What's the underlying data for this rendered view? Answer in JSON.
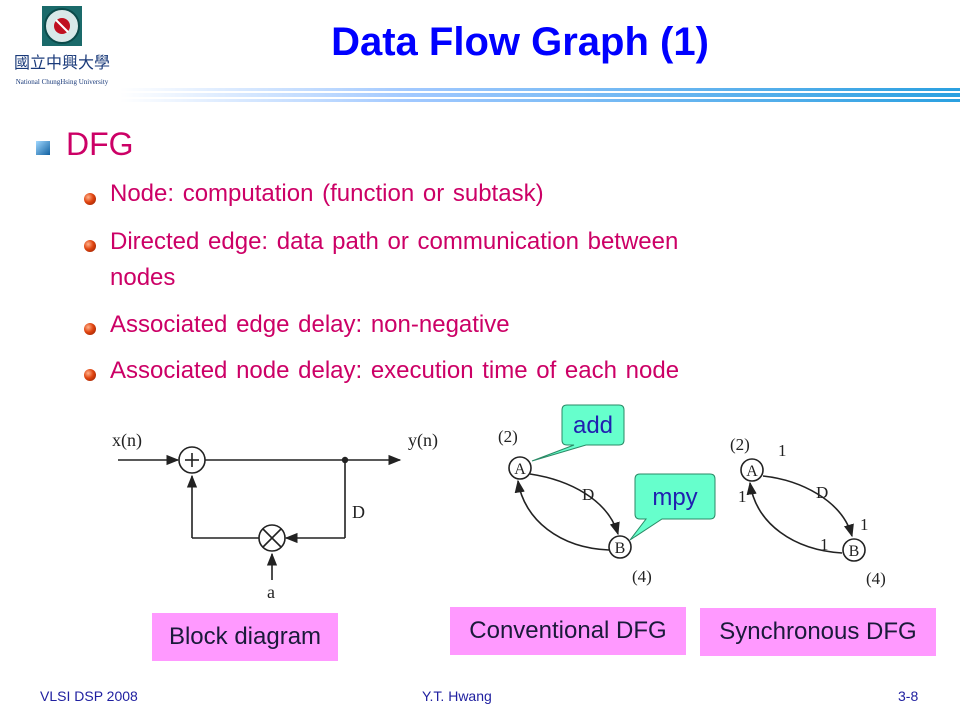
{
  "header": {
    "title": "Data Flow Graph (1)",
    "logo_text": "國立中興大學",
    "logo_subtext": "National ChungHsing University"
  },
  "content": {
    "heading": "DFG",
    "bullets": [
      "Node: computation (function or subtask)",
      "Directed edge: data path or communication between",
      "nodes",
      "Associated edge delay: non-negative",
      "Associated node delay: execution time of each node"
    ]
  },
  "block_diagram": {
    "input": "x(n)",
    "output": "y(n)",
    "delay": "D",
    "coef": "a",
    "label": "Block diagram"
  },
  "conventional_dfg": {
    "node_a": "A",
    "node_b": "B",
    "time_a": "(2)",
    "time_b": "(4)",
    "delay": "D",
    "callout_add": "add",
    "callout_mpy": "mpy",
    "label": "Conventional DFG"
  },
  "synchronous_dfg": {
    "node_a": "A",
    "node_b": "B",
    "time_a": "(2)",
    "time_b": "(4)",
    "delay": "D",
    "rate_a_out": "1",
    "rate_a_in": "1",
    "rate_b_in": "1",
    "rate_b_out": "1",
    "label": "Synchronous DFG"
  },
  "footer": {
    "left": "VLSI DSP 2008",
    "center": "Y.T. Hwang",
    "right": "3-8"
  },
  "colors": {
    "title": "#0000ff",
    "text": "#cc0066",
    "callout": "#66ffcc",
    "label_box": "#ff99ff"
  }
}
